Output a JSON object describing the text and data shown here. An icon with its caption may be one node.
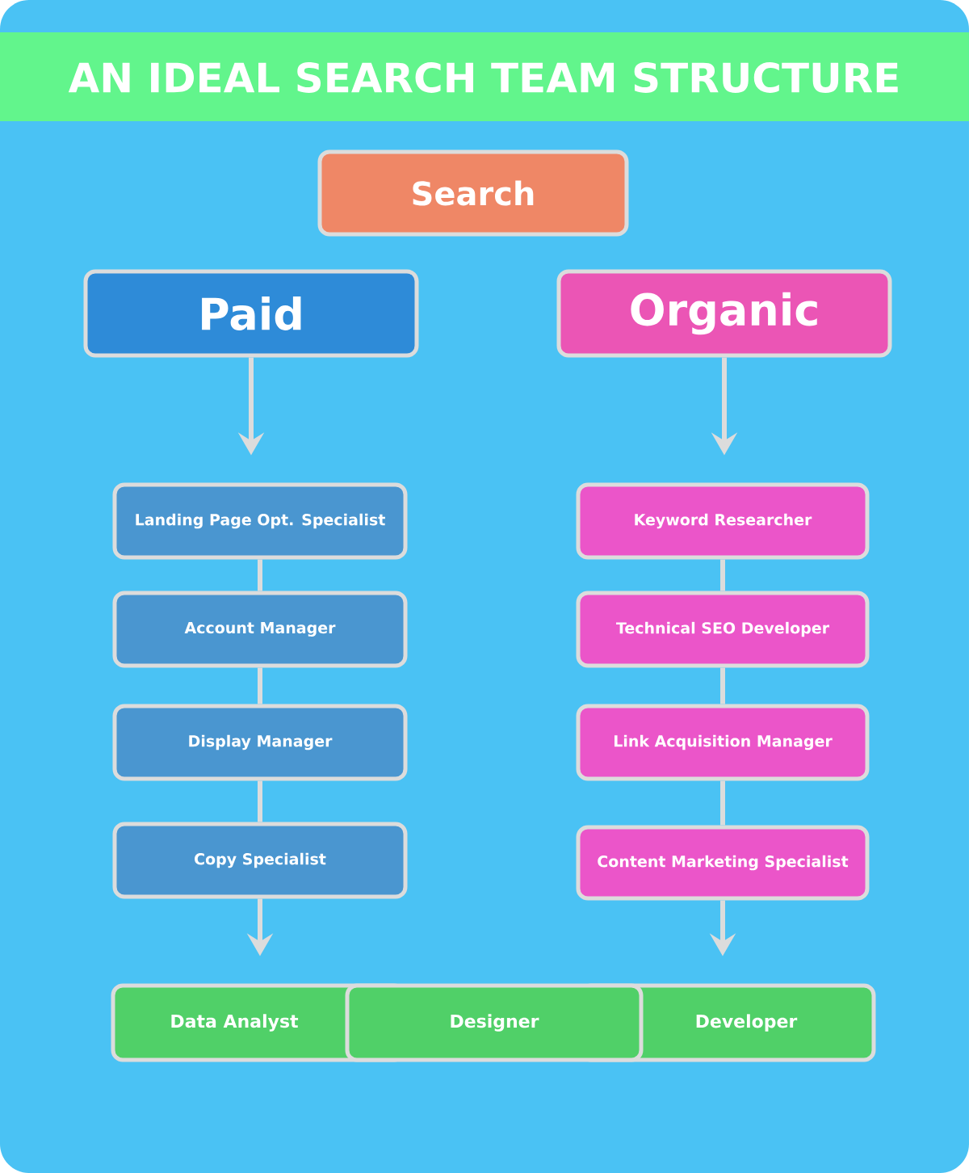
{
  "diagram": {
    "title": "AN IDEAL SEARCH TEAM STRUCTURE",
    "nodes": [
      {
        "text": [
          "Search"
        ]
      },
      {
        "text": [
          "Paid"
        ]
      },
      {
        "text": [
          "Organic"
        ]
      },
      {
        "text": [
          "Landing Page Opt. Specialist"
        ]
      },
      {
        "text": [
          "Account Manager"
        ]
      },
      {
        "text": [
          "Display Manager"
        ]
      },
      {
        "text": [
          "Copy Specialist"
        ]
      },
      {
        "text": [
          "Keyword Researcher"
        ]
      },
      {
        "text": [
          "Technical SEO Developer"
        ]
      },
      {
        "text": [
          "Link Acquisition Manager"
        ]
      },
      {
        "text": [
          "Content Marketing Specialist"
        ]
      },
      {
        "text": [
          "Data Analyst"
        ]
      },
      {
        "text": [
          "Designer"
        ]
      },
      {
        "text": [
          "Developer"
        ]
      }
    ],
    "edges": [
      {
        "from": 1,
        "to": 3,
        "arrow": "to"
      },
      {
        "from": 3,
        "to": 4,
        "arrow": "none"
      },
      {
        "from": 4,
        "to": 5,
        "arrow": "none"
      },
      {
        "from": 5,
        "to": 6,
        "arrow": "none"
      },
      {
        "from": 6,
        "to": 11,
        "arrow": "to"
      },
      {
        "from": 2,
        "to": 7,
        "arrow": "to"
      },
      {
        "from": 7,
        "to": 8,
        "arrow": "none"
      },
      {
        "from": 8,
        "to": 9,
        "arrow": "none"
      },
      {
        "from": 9,
        "to": 10,
        "arrow": "none"
      },
      {
        "from": 10,
        "to": 13,
        "arrow": "to"
      }
    ]
  }
}
